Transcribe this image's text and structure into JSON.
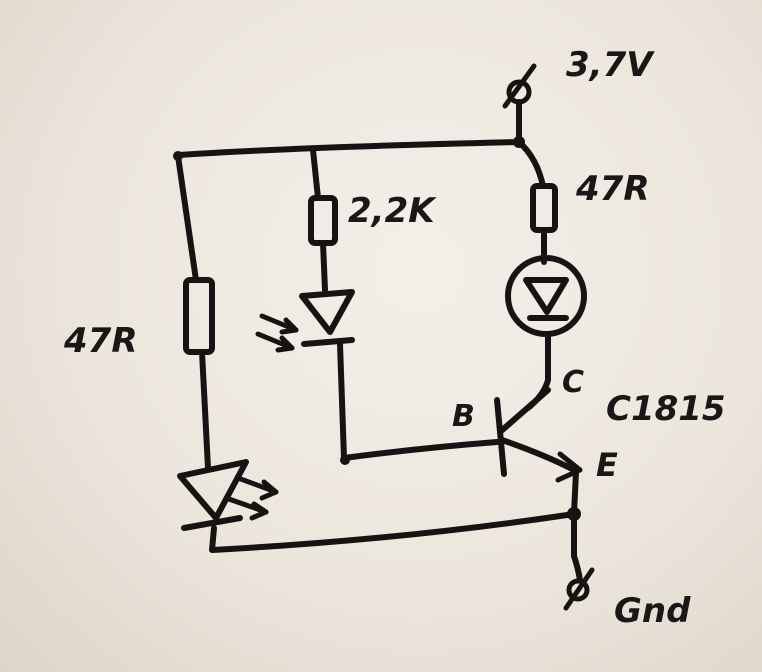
{
  "labels": {
    "supply": "3,7V",
    "r_led": "47R",
    "r_photo": "2,2K",
    "r_ir": "47R",
    "base": "B",
    "collector": "C",
    "emitter": "E",
    "transistor": "C1815",
    "ground": "Gnd"
  },
  "colors": {
    "ink": "#161412",
    "paper": "#efe9e1"
  }
}
